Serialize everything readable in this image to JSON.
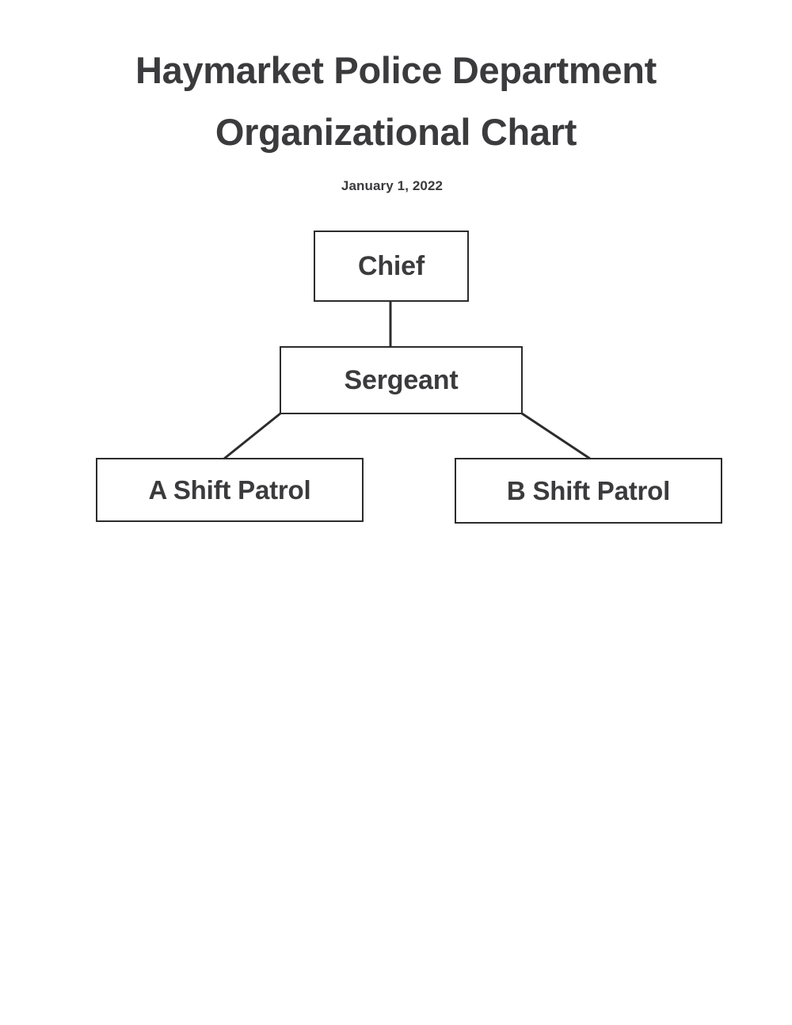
{
  "document": {
    "title_line_1": "Haymarket Police Department",
    "title_line_2": "Organizational Chart",
    "date": "January 1, 2022"
  },
  "chart_data": {
    "type": "diagram",
    "diagram_type": "organizational-chart",
    "title": "Haymarket Police Department Organizational Chart",
    "subtitle": "January 1, 2022",
    "orientation": "top-down",
    "nodes": [
      {
        "id": "chief",
        "label": "Chief",
        "level": 0,
        "parent": null
      },
      {
        "id": "sergeant",
        "label": "Sergeant",
        "level": 1,
        "parent": "chief"
      },
      {
        "id": "a_shift",
        "label": "A Shift Patrol",
        "level": 2,
        "parent": "sergeant"
      },
      {
        "id": "b_shift",
        "label": "B Shift Patrol",
        "level": 2,
        "parent": "sergeant"
      }
    ],
    "edges": [
      {
        "from": "chief",
        "to": "sergeant",
        "style": "vertical"
      },
      {
        "from": "sergeant",
        "to": "a_shift",
        "style": "diagonal"
      },
      {
        "from": "sergeant",
        "to": "b_shift",
        "style": "diagonal"
      }
    ]
  },
  "style": {
    "ink_color": "#3b3b3d",
    "line_color": "#2c2c2e",
    "page_background": "#ffffff",
    "box_fill": "#ffffff"
  }
}
